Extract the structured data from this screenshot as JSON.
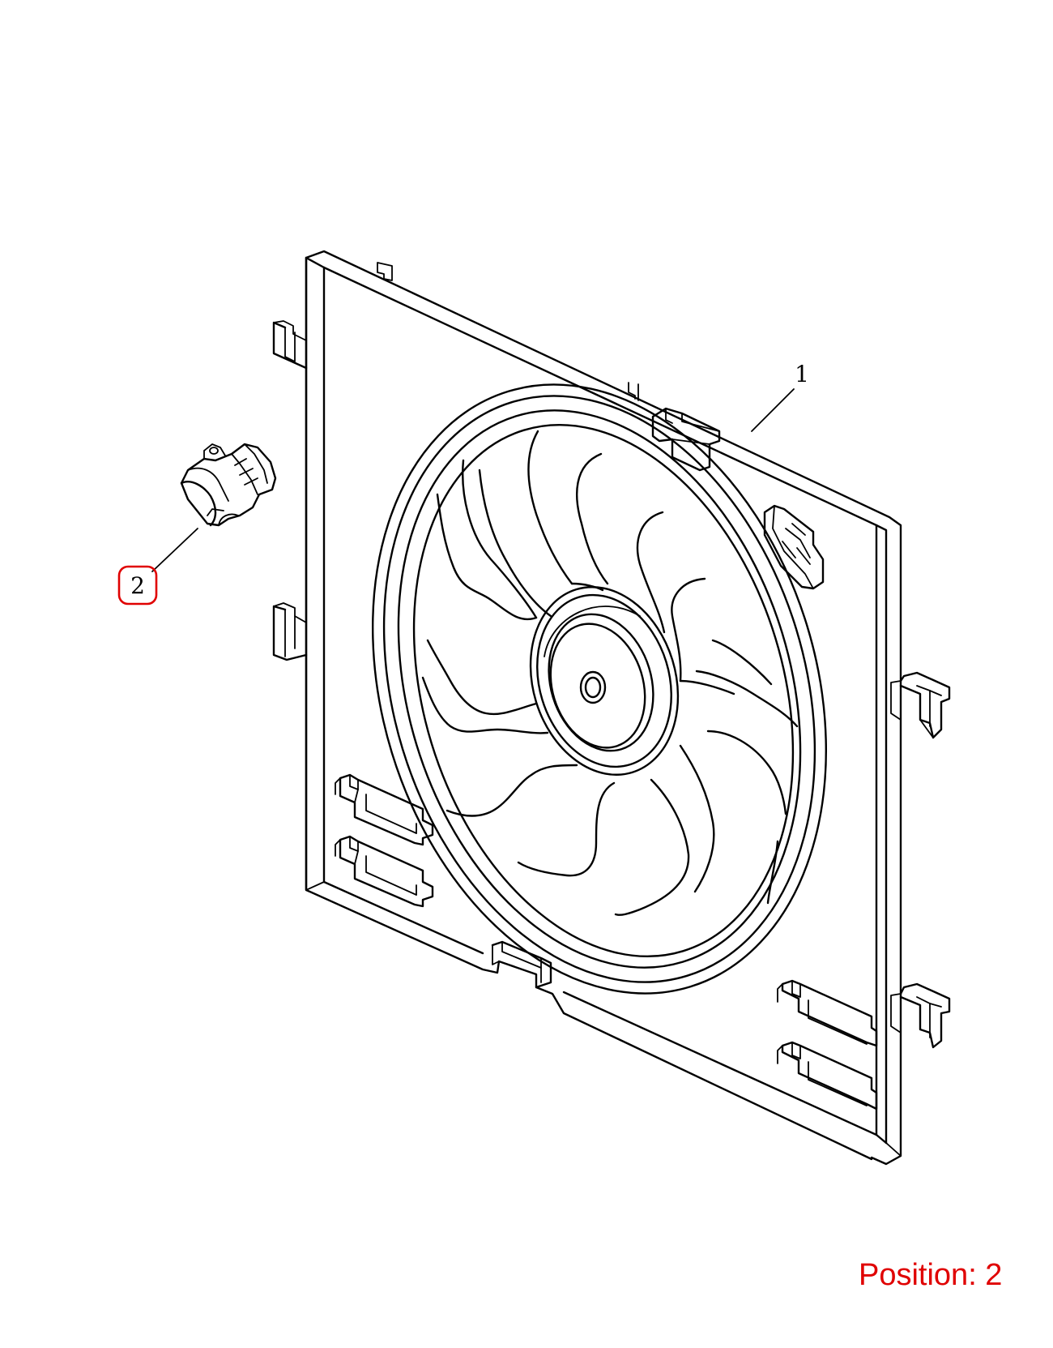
{
  "callouts": [
    {
      "label": "1",
      "highlighted": false
    },
    {
      "label": "2",
      "highlighted": true
    }
  ],
  "position": {
    "label": "Position: 2"
  },
  "colors": {
    "highlight": "#e00000",
    "line": "#000000",
    "background": "#ffffff"
  }
}
